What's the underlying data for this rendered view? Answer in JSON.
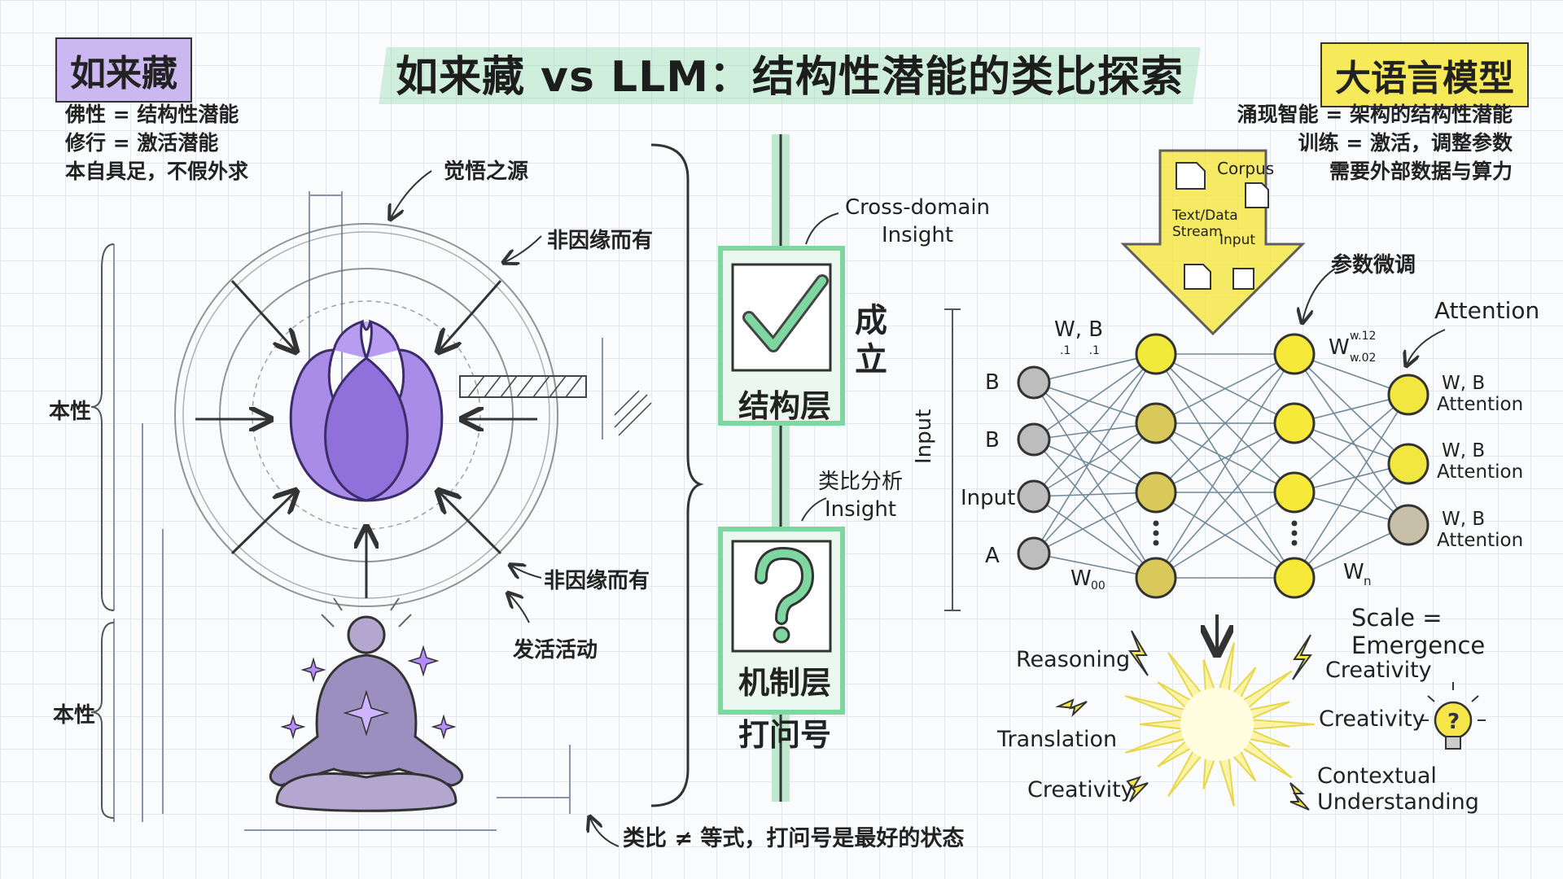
{
  "title": "如来藏 vs LLM：结构性潜能的类比探索",
  "left": {
    "tag": "如来藏",
    "notes": [
      "佛性 = 结构性潜能",
      "修行 = 激活潜能",
      "本自具足，不假外求"
    ],
    "labels": {
      "source": "觉悟之源",
      "noncause_top": "非因缘而有",
      "noncause_bottom": "非因缘而有",
      "activate": "发活活动",
      "nature_top": "本性",
      "nature_bottom": "本性"
    }
  },
  "middle": {
    "cross_domain": "Cross-domain\nInsight",
    "top_box_label": "结构层",
    "top_side": "成\n立",
    "analysis": "类比分析\nInsight",
    "bottom_box_label": "机制层",
    "bottom_caption": "打问号",
    "footer": "类比 ≠ 等式，打问号是最好的状态"
  },
  "right": {
    "tag": "大语言模型",
    "notes": [
      "涌现智能 = 架构的结构性潜能",
      "训练 = 激活，调整参数",
      "需要外部数据与算力"
    ],
    "corpus": {
      "corpus": "Corpus",
      "stream": "Text/Data\nStream",
      "input": "Input"
    },
    "finetune": "参数微调",
    "attention_label": "Attention",
    "input_axis": "Input",
    "input_nodes": [
      "B",
      "B",
      "Input",
      "A"
    ],
    "weights": {
      "w1": "W, B",
      "w1sub": ".1     .1",
      "w2": "W",
      "w2sup": "w.12",
      "w2sub": "w.02",
      "w0": "W",
      "w0sub": "00",
      "wn": "W",
      "wnsub": "n"
    },
    "outputs": [
      {
        "wb": "W, B",
        "att": "Attention"
      },
      {
        "wb": "W, B",
        "att": "Attention"
      },
      {
        "wb": "W, B",
        "att": "Attention"
      }
    ],
    "scale": "Scale = Emergence",
    "emergent": {
      "reasoning": "Reasoning",
      "creativity_top": "Creativity",
      "translation": "Translation",
      "creativity_mid": "Creativity",
      "creativity_bottom": "Creativity",
      "contextual": "Contextual\nUnderstanding"
    }
  },
  "colors": {
    "purple": "#9b7be0",
    "green": "#7ed6a0",
    "yellow": "#f6e64a"
  }
}
